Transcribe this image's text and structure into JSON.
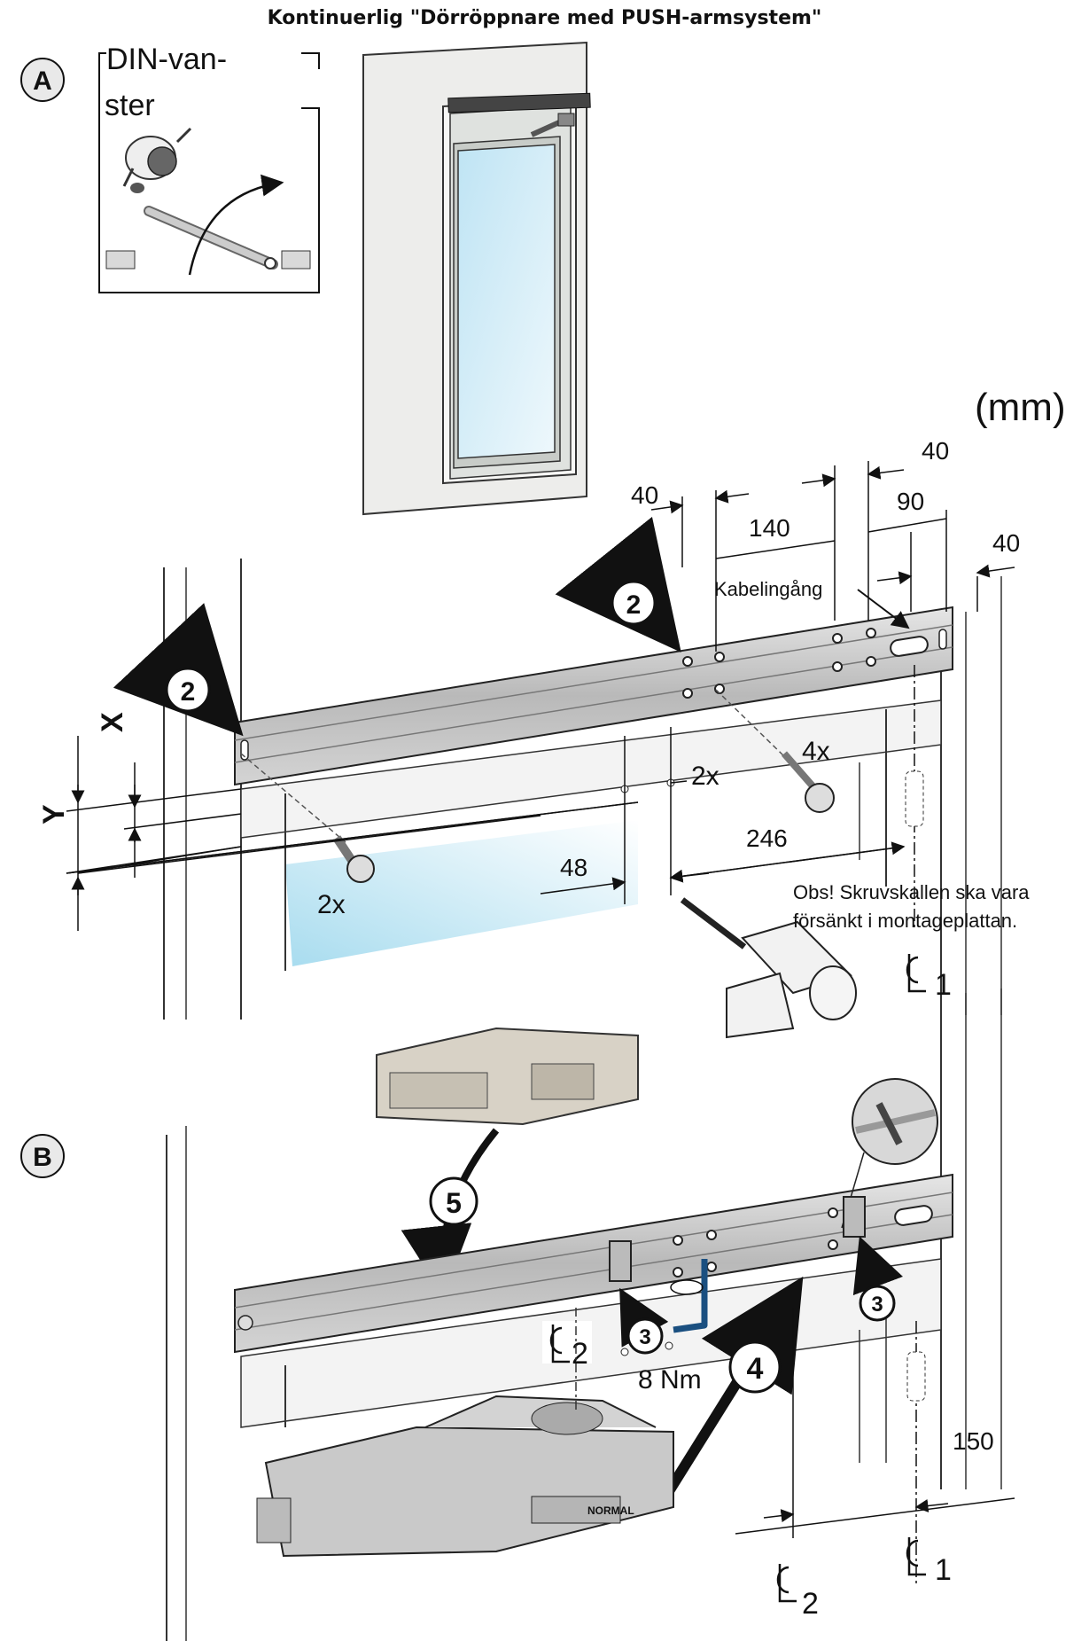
{
  "title": "Kontinuerlig \"Dörröppnare med PUSH-armsystem\"",
  "sectionA": {
    "letter": "A",
    "inset_label_1": "DIN-van-",
    "inset_label_2": "ster"
  },
  "units": "(mm)",
  "dimensions": {
    "d40_top": "40",
    "d40_left": "40",
    "d140": "140",
    "d90": "90",
    "d40_right": "40",
    "d246": "246",
    "d48": "48",
    "d150": "150"
  },
  "labels": {
    "kabelingang": "Kabelingång",
    "x": "X",
    "y": "Y",
    "qty_2x_left": "2x",
    "qty_2x_mid": "2x",
    "qty_4x": "4x",
    "note_line1": "Obs! Skruvskallen ska vara",
    "note_line2": "försänkt i montageplattan.",
    "cl1_a": "1",
    "cl1_b": "1",
    "cl2_a": "2",
    "cl2_b": "2",
    "torque": "8 Nm",
    "normal": "NORMAL"
  },
  "callouts": {
    "step2a": "2",
    "step2b": "2",
    "step3a": "3",
    "step3b": "3",
    "step4": "4",
    "step5": "5"
  },
  "sectionB": {
    "letter": "B"
  }
}
